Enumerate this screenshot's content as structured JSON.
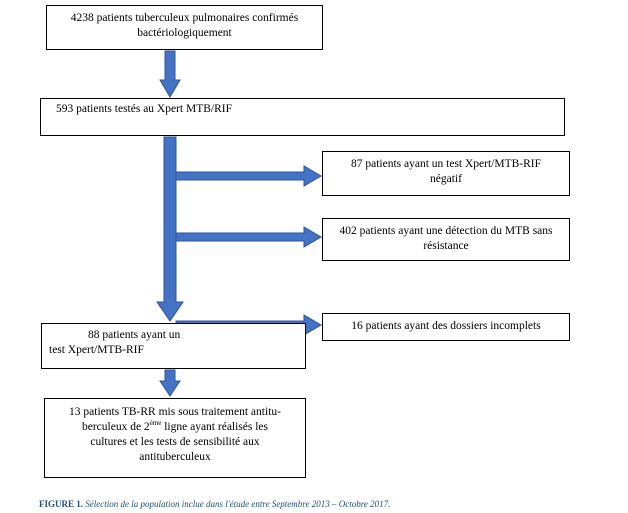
{
  "boxes": {
    "total": [
      "4238 patients tuberculeux pulmonaires confirmés",
      "bactériologiquement"
    ],
    "tested": "593 patients testés au Xpert MTB/RIF",
    "negative": [
      "87 patients ayant un test Xpert/MTB-RIF",
      "négatif"
    ],
    "no_resistance": [
      "402 patients ayant une détection du MTB sans",
      "résistance"
    ],
    "incomplete": "16 patients ayant des dossiers incomplets",
    "rr_positive": [
      "88 patients ayant un",
      "test Xpert/MTB-RIF"
    ],
    "treated": {
      "line1": "13 patients TB-RR mis sous traitement antitu-",
      "line2_before": "berculeux de 2",
      "line2_sup": "ème",
      "line2_after": " ligne ayant réalisés les",
      "line3": "cultures et les tests de sensibilité aux",
      "line4": "antituberculeux"
    }
  },
  "caption": {
    "label": "FIGURE 1.",
    "text": " Sélection de la population inclue dans l'étude entre Septembre 2013 – Octobre 2017."
  },
  "colors": {
    "arrow_fill": "#4472c4",
    "arrow_stroke": "#2f5597",
    "caption": "#1f4e79"
  }
}
